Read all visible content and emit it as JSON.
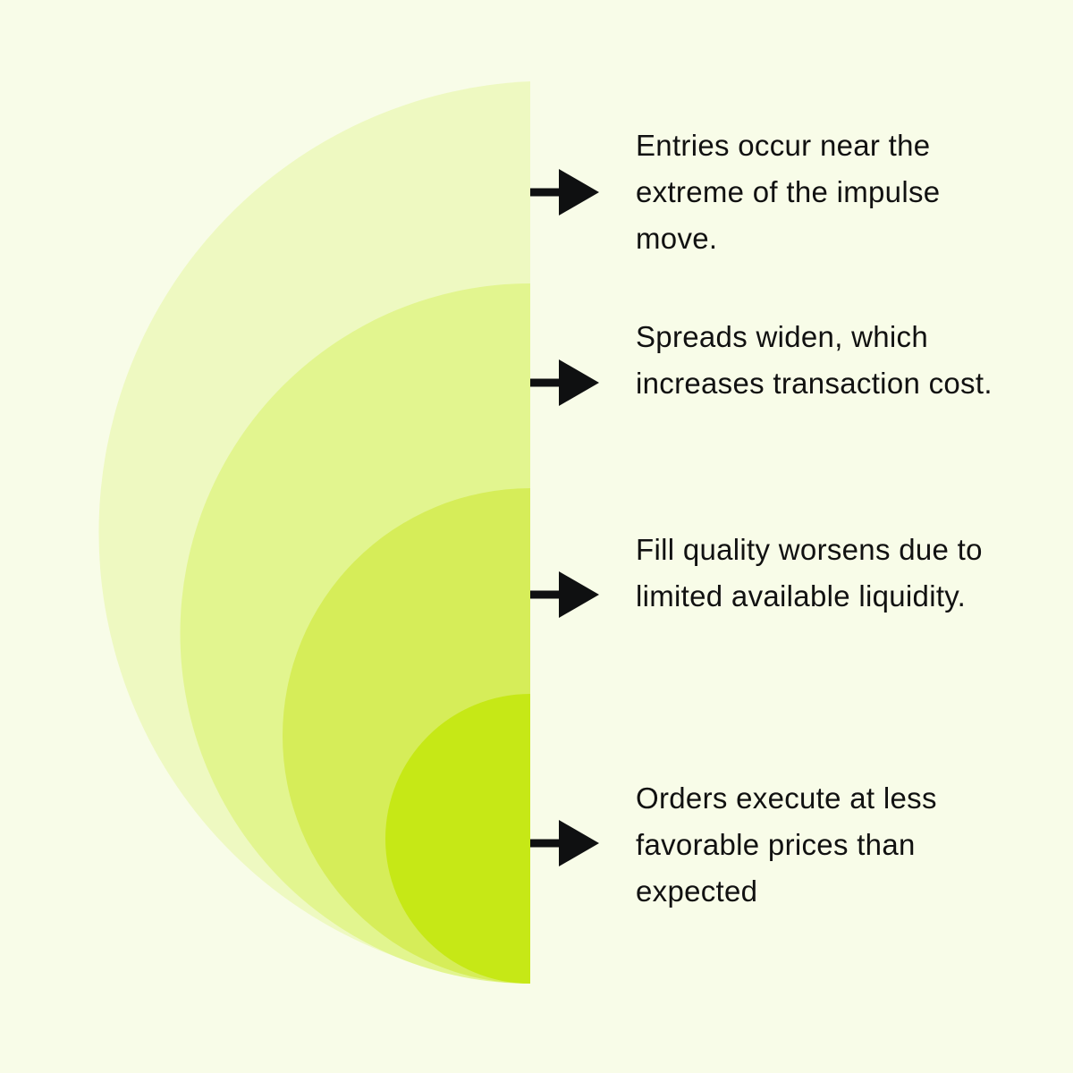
{
  "colors": {
    "background": "#f8fce8",
    "layers": [
      "#eef9c1",
      "#e2f58f",
      "#d6ed59",
      "#c6e816"
    ],
    "arrow": "#0f1011"
  },
  "items": [
    {
      "text": "Entries occur near the extreme of the impulse move."
    },
    {
      "text": "Spreads widen, which increases transaction cost."
    },
    {
      "text": "Fill quality worsens due to limited available liquidity."
    },
    {
      "text": "Orders execute at less favorable prices than expected"
    }
  ]
}
